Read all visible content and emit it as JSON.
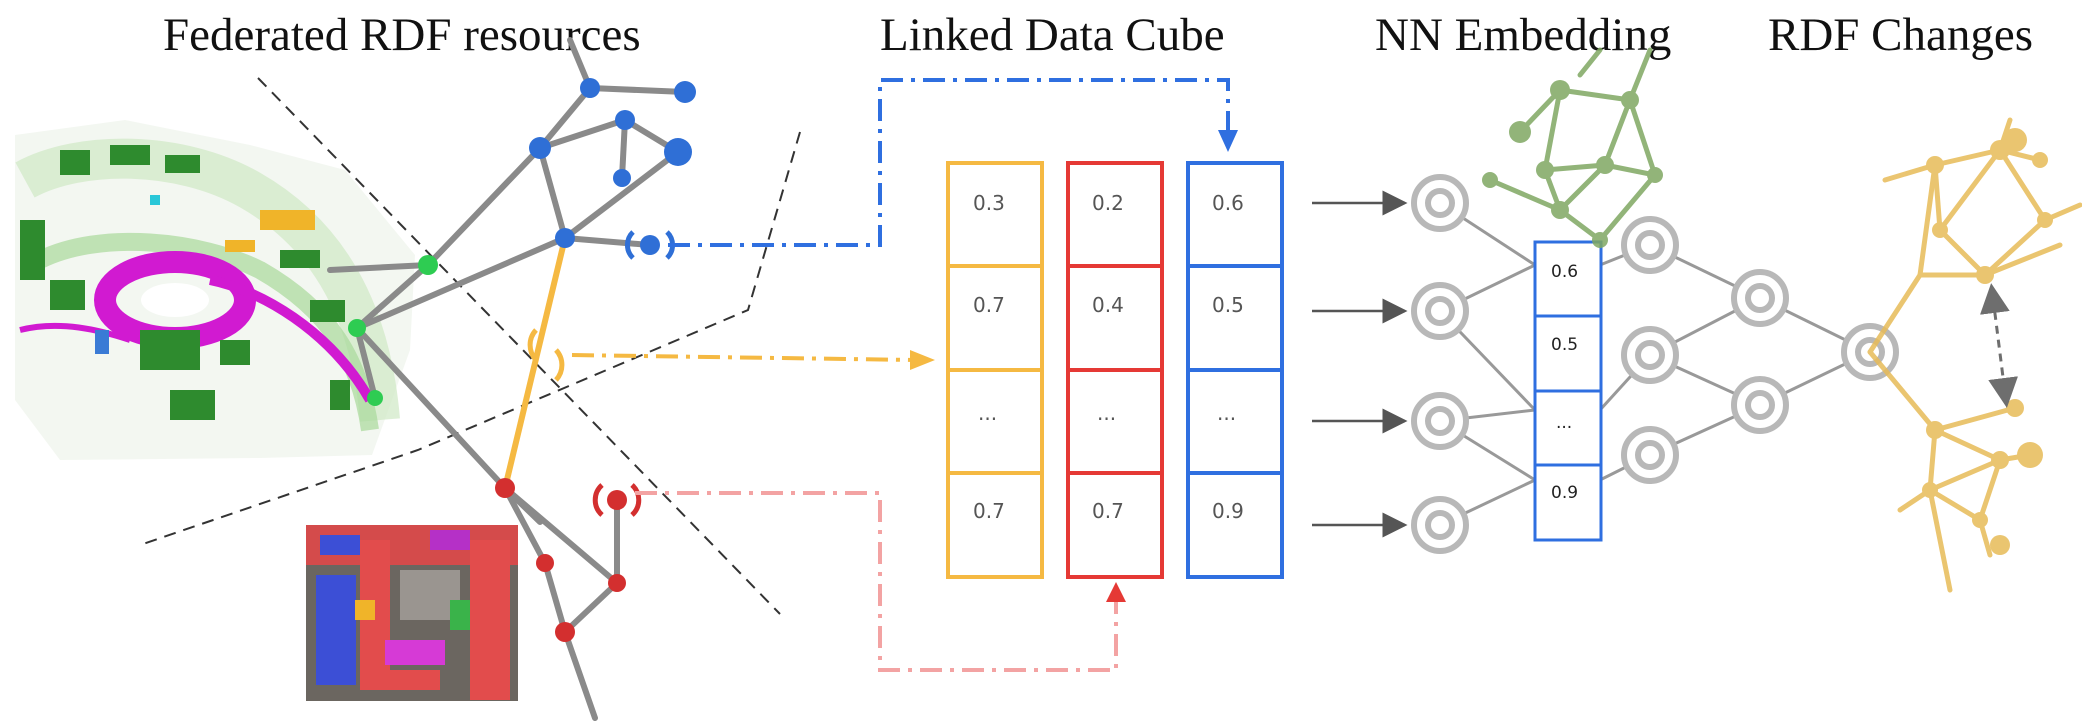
{
  "titles": {
    "federated": "Federated RDF resources",
    "cube": "Linked Data Cube",
    "nn": "NN Embedding",
    "changes": "RDF Changes"
  },
  "cube": {
    "columns": [
      {
        "color": "#f5b942",
        "values": [
          "0.3",
          "0.7",
          "...",
          "0.7"
        ]
      },
      {
        "color": "#e53935",
        "values": [
          "0.2",
          "0.4",
          "...",
          "0.7"
        ]
      },
      {
        "color": "#2f6fe0",
        "values": [
          "0.6",
          "0.5",
          "...",
          "0.9"
        ]
      }
    ]
  },
  "embedding": {
    "values": [
      "0.6",
      "0.5",
      "...",
      "0.9"
    ]
  },
  "colors": {
    "blue_graph": "#2f6fd6",
    "green_node": "#2ecc52",
    "red_graph": "#d32f2f",
    "orange": "#f5b942",
    "green_graph": "#7fa862",
    "gold_graph": "#e7bb58",
    "neuron": "#b8b8b8"
  }
}
